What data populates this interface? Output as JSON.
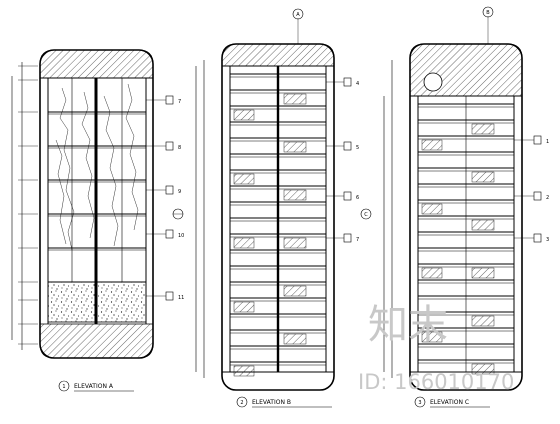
{
  "drawing": {
    "panels": [
      {
        "id": "A",
        "caption": "ELEVATION A",
        "number": "1"
      },
      {
        "id": "B",
        "caption": "ELEVATION B",
        "number": "2"
      },
      {
        "id": "C",
        "caption": "ELEVATION C",
        "number": "3"
      }
    ],
    "callouts": {
      "panel_a": [
        "7",
        "8",
        "9",
        "10",
        "11"
      ],
      "panel_b": [
        "4",
        "5",
        "6",
        "7"
      ],
      "panel_c": [
        "1",
        "2",
        "3"
      ]
    },
    "top_markers": [
      "A",
      "B"
    ],
    "side_marker": "C"
  },
  "watermark": {
    "logo_text": "知末",
    "id_text": "ID: 166010170"
  }
}
